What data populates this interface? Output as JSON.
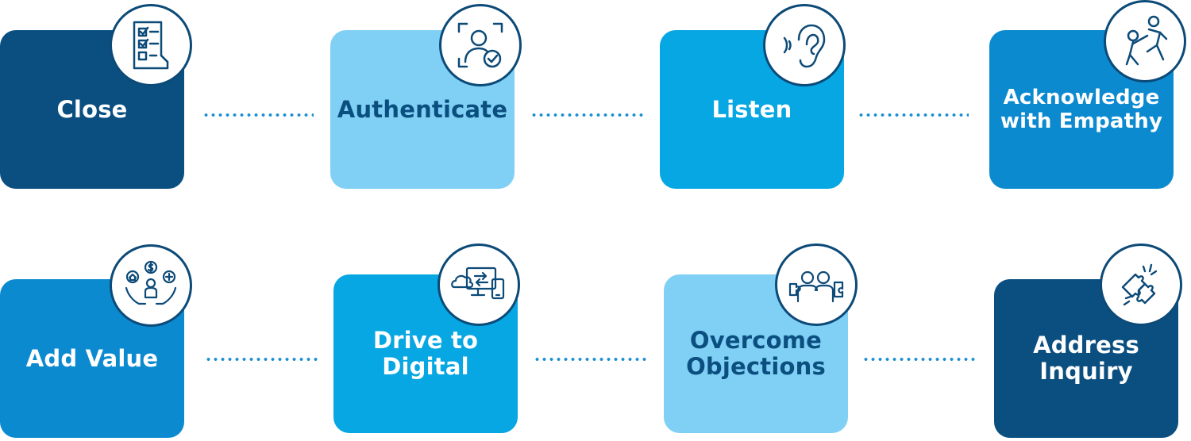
{
  "colors": {
    "navy": "#0b4f80",
    "light_blue": "#7fd0f4",
    "mid_blue": "#06a7e2",
    "blue": "#0b8ad0",
    "icon_stroke": "#0c4a78",
    "dots": "#1c8fd2"
  },
  "steps": [
    {
      "label": "Close",
      "icon": "checklist-icon"
    },
    {
      "label": "Authenticate",
      "icon": "verified-user-icon"
    },
    {
      "label": "Listen",
      "icon": "ear-icon"
    },
    {
      "label": "Acknowledge with Empathy",
      "icon": "helping-hand-people-icon"
    },
    {
      "label": "Add Value",
      "icon": "hands-with-benefits-icon"
    },
    {
      "label": "Drive to Digital",
      "icon": "cloud-devices-icon"
    },
    {
      "label": "Overcome Objections",
      "icon": "team-puzzle-icon"
    },
    {
      "label": "Address Inquiry",
      "icon": "puzzle-pieces-icon"
    }
  ]
}
